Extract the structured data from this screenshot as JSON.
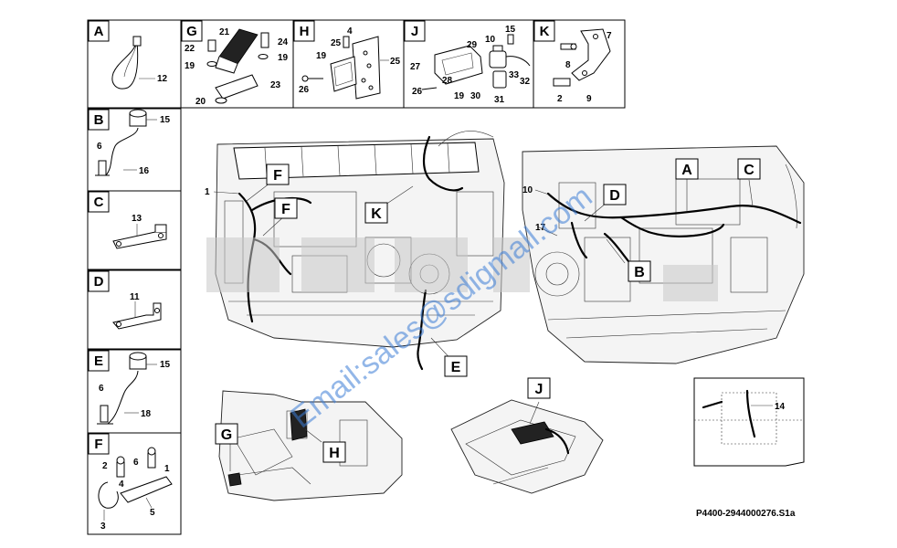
{
  "detail_panels": [
    {
      "id": "A",
      "labels": [
        "12"
      ]
    },
    {
      "id": "B",
      "labels": [
        "15",
        "6",
        "16"
      ]
    },
    {
      "id": "C",
      "labels": [
        "13"
      ]
    },
    {
      "id": "D",
      "labels": [
        "11"
      ]
    },
    {
      "id": "E",
      "labels": [
        "15",
        "6",
        "18"
      ]
    },
    {
      "id": "F",
      "labels": [
        "2",
        "6",
        "4",
        "1",
        "5",
        "3"
      ]
    },
    {
      "id": "G",
      "labels": [
        "21",
        "22",
        "24",
        "19",
        "19",
        "23",
        "20"
      ]
    },
    {
      "id": "H",
      "labels": [
        "4",
        "25",
        "19",
        "26",
        "25"
      ]
    },
    {
      "id": "J",
      "labels": [
        "15",
        "10",
        "29",
        "27",
        "28",
        "33",
        "32",
        "26",
        "19",
        "30",
        "31"
      ]
    },
    {
      "id": "K",
      "labels": [
        "7",
        "8",
        "2",
        "9"
      ]
    }
  ],
  "callouts": [
    "F",
    "F",
    "K",
    "E",
    "A",
    "C",
    "D",
    "B",
    "J",
    "G",
    "H"
  ],
  "item_labels": [
    "1",
    "10",
    "17",
    "14"
  ],
  "watermark": "Email:sales@sdigmall.com",
  "reference": "P4400-2944000276.S1a",
  "colors": {
    "line": "#000000",
    "watermark": "#3a7bd5",
    "background": "#ffffff"
  }
}
